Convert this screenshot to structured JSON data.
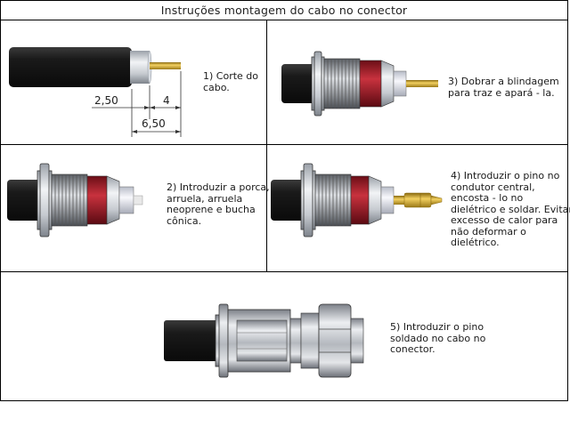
{
  "title": "Instruções montagem do cabo no conector",
  "steps": [
    {
      "lines": [
        "1) Corte do",
        "cabo."
      ]
    },
    {
      "lines": [
        "3) Dobrar a blindagem",
        "para traz e apará - la."
      ]
    },
    {
      "lines": [
        "2)  Introduzir a porca,",
        "arruela, arruela",
        "neoprene e bucha",
        "cônica."
      ]
    },
    {
      "lines": [
        "4) Introduzir o pino no",
        "condutor central,",
        "encosta - lo no",
        "dielétrico e soldar. Evitar",
        "excesso de calor para",
        "não deformar o",
        "dielétrico."
      ]
    },
    {
      "lines": [
        "5) Introduzir o pino",
        "soldado no cabo no",
        "conector."
      ]
    }
  ],
  "dimensions": {
    "a": "2,50",
    "b": "4",
    "c": "6,50"
  },
  "colors": {
    "line": "#000000",
    "cable": "#141414",
    "pin": "#d4a82a",
    "red_ring": "#b0232e",
    "metal": "#c8ccd0"
  }
}
